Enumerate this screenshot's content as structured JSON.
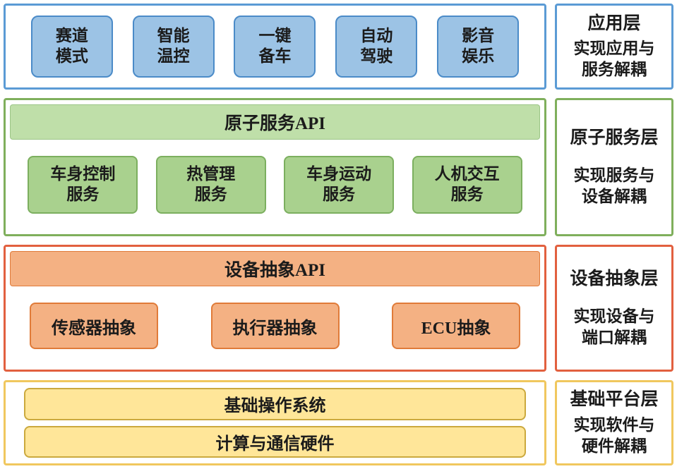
{
  "layers": [
    {
      "side_title": "应用层",
      "side_desc": "实现应用与\n服务解耦",
      "boxes": [
        "赛道\n模式",
        "智能\n温控",
        "一键\n备车",
        "自动\n驾驶",
        "影音\n娱乐"
      ]
    },
    {
      "header": "原子服务API",
      "side_title": "原子服务层",
      "side_desc": "实现服务与\n设备解耦",
      "boxes": [
        "车身控制\n服务",
        "热管理\n服务",
        "车身运动\n服务",
        "人机交互\n服务"
      ]
    },
    {
      "header": "设备抽象API",
      "side_title": "设备抽象层",
      "side_desc": "实现设备与\n端口解耦",
      "boxes": [
        "传感器抽象",
        "执行器抽象",
        "ECU抽象"
      ]
    },
    {
      "side_title": "基础平台层",
      "side_desc": "实现软件与\n硬件解耦",
      "bars": [
        "基础操作系统",
        "计算与通信硬件"
      ]
    }
  ],
  "colors": {
    "application_blue_fill": "#9cc3e5",
    "application_blue_border": "#5b9bd5",
    "service_green_fill": "#a9d18e",
    "service_green_border": "#7faf5c",
    "device_orange_fill": "#f4b183",
    "device_orange_border": "#e2603f",
    "platform_yellow_fill": "#ffe699",
    "platform_yellow_border": "#f0c75e"
  }
}
